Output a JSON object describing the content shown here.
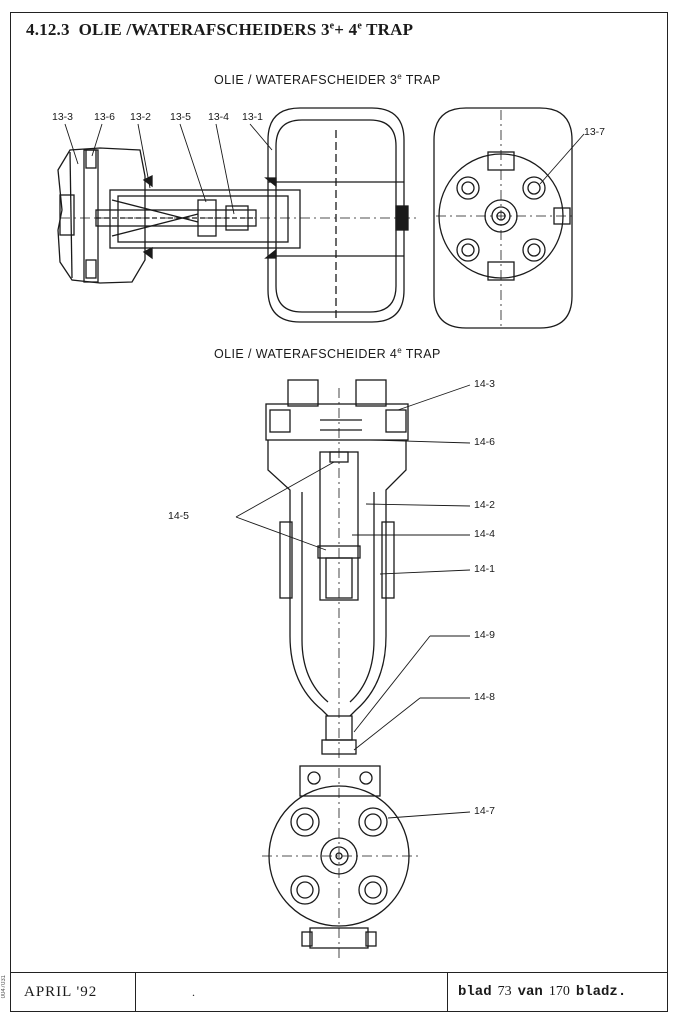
{
  "heading": {
    "number": "4.12.3",
    "text_a": "OLIE /WATERAFSCHEIDERS 3",
    "sup_a": "e",
    "text_b": "+ 4",
    "sup_b": "e",
    "text_c": " TRAP"
  },
  "stage3": {
    "title_main": "OLIE / WATERAFSCHEIDER 3",
    "title_sup": "e",
    "title_end": " TRAP",
    "callouts": [
      "13-3",
      "13-6",
      "13-2",
      "13-5",
      "13-4",
      "13-1",
      "13-7"
    ]
  },
  "stage4": {
    "title_main": "OLIE / WATERAFSCHEIDER 4",
    "title_sup": "e",
    "title_end": " TRAP",
    "callouts": [
      "14-3",
      "14-6",
      "14-2",
      "14-5",
      "14-4",
      "14-1",
      "14-9",
      "14-8",
      "14-7"
    ]
  },
  "footer": {
    "date": "APRIL '92",
    "mid": ".",
    "blad": "blad",
    "page": "73",
    "van": "van",
    "total": "170",
    "bladz": "bladz."
  },
  "side_code": "0047031",
  "colors": {
    "ink": "#1a1a1a",
    "paper": "#ffffff"
  }
}
